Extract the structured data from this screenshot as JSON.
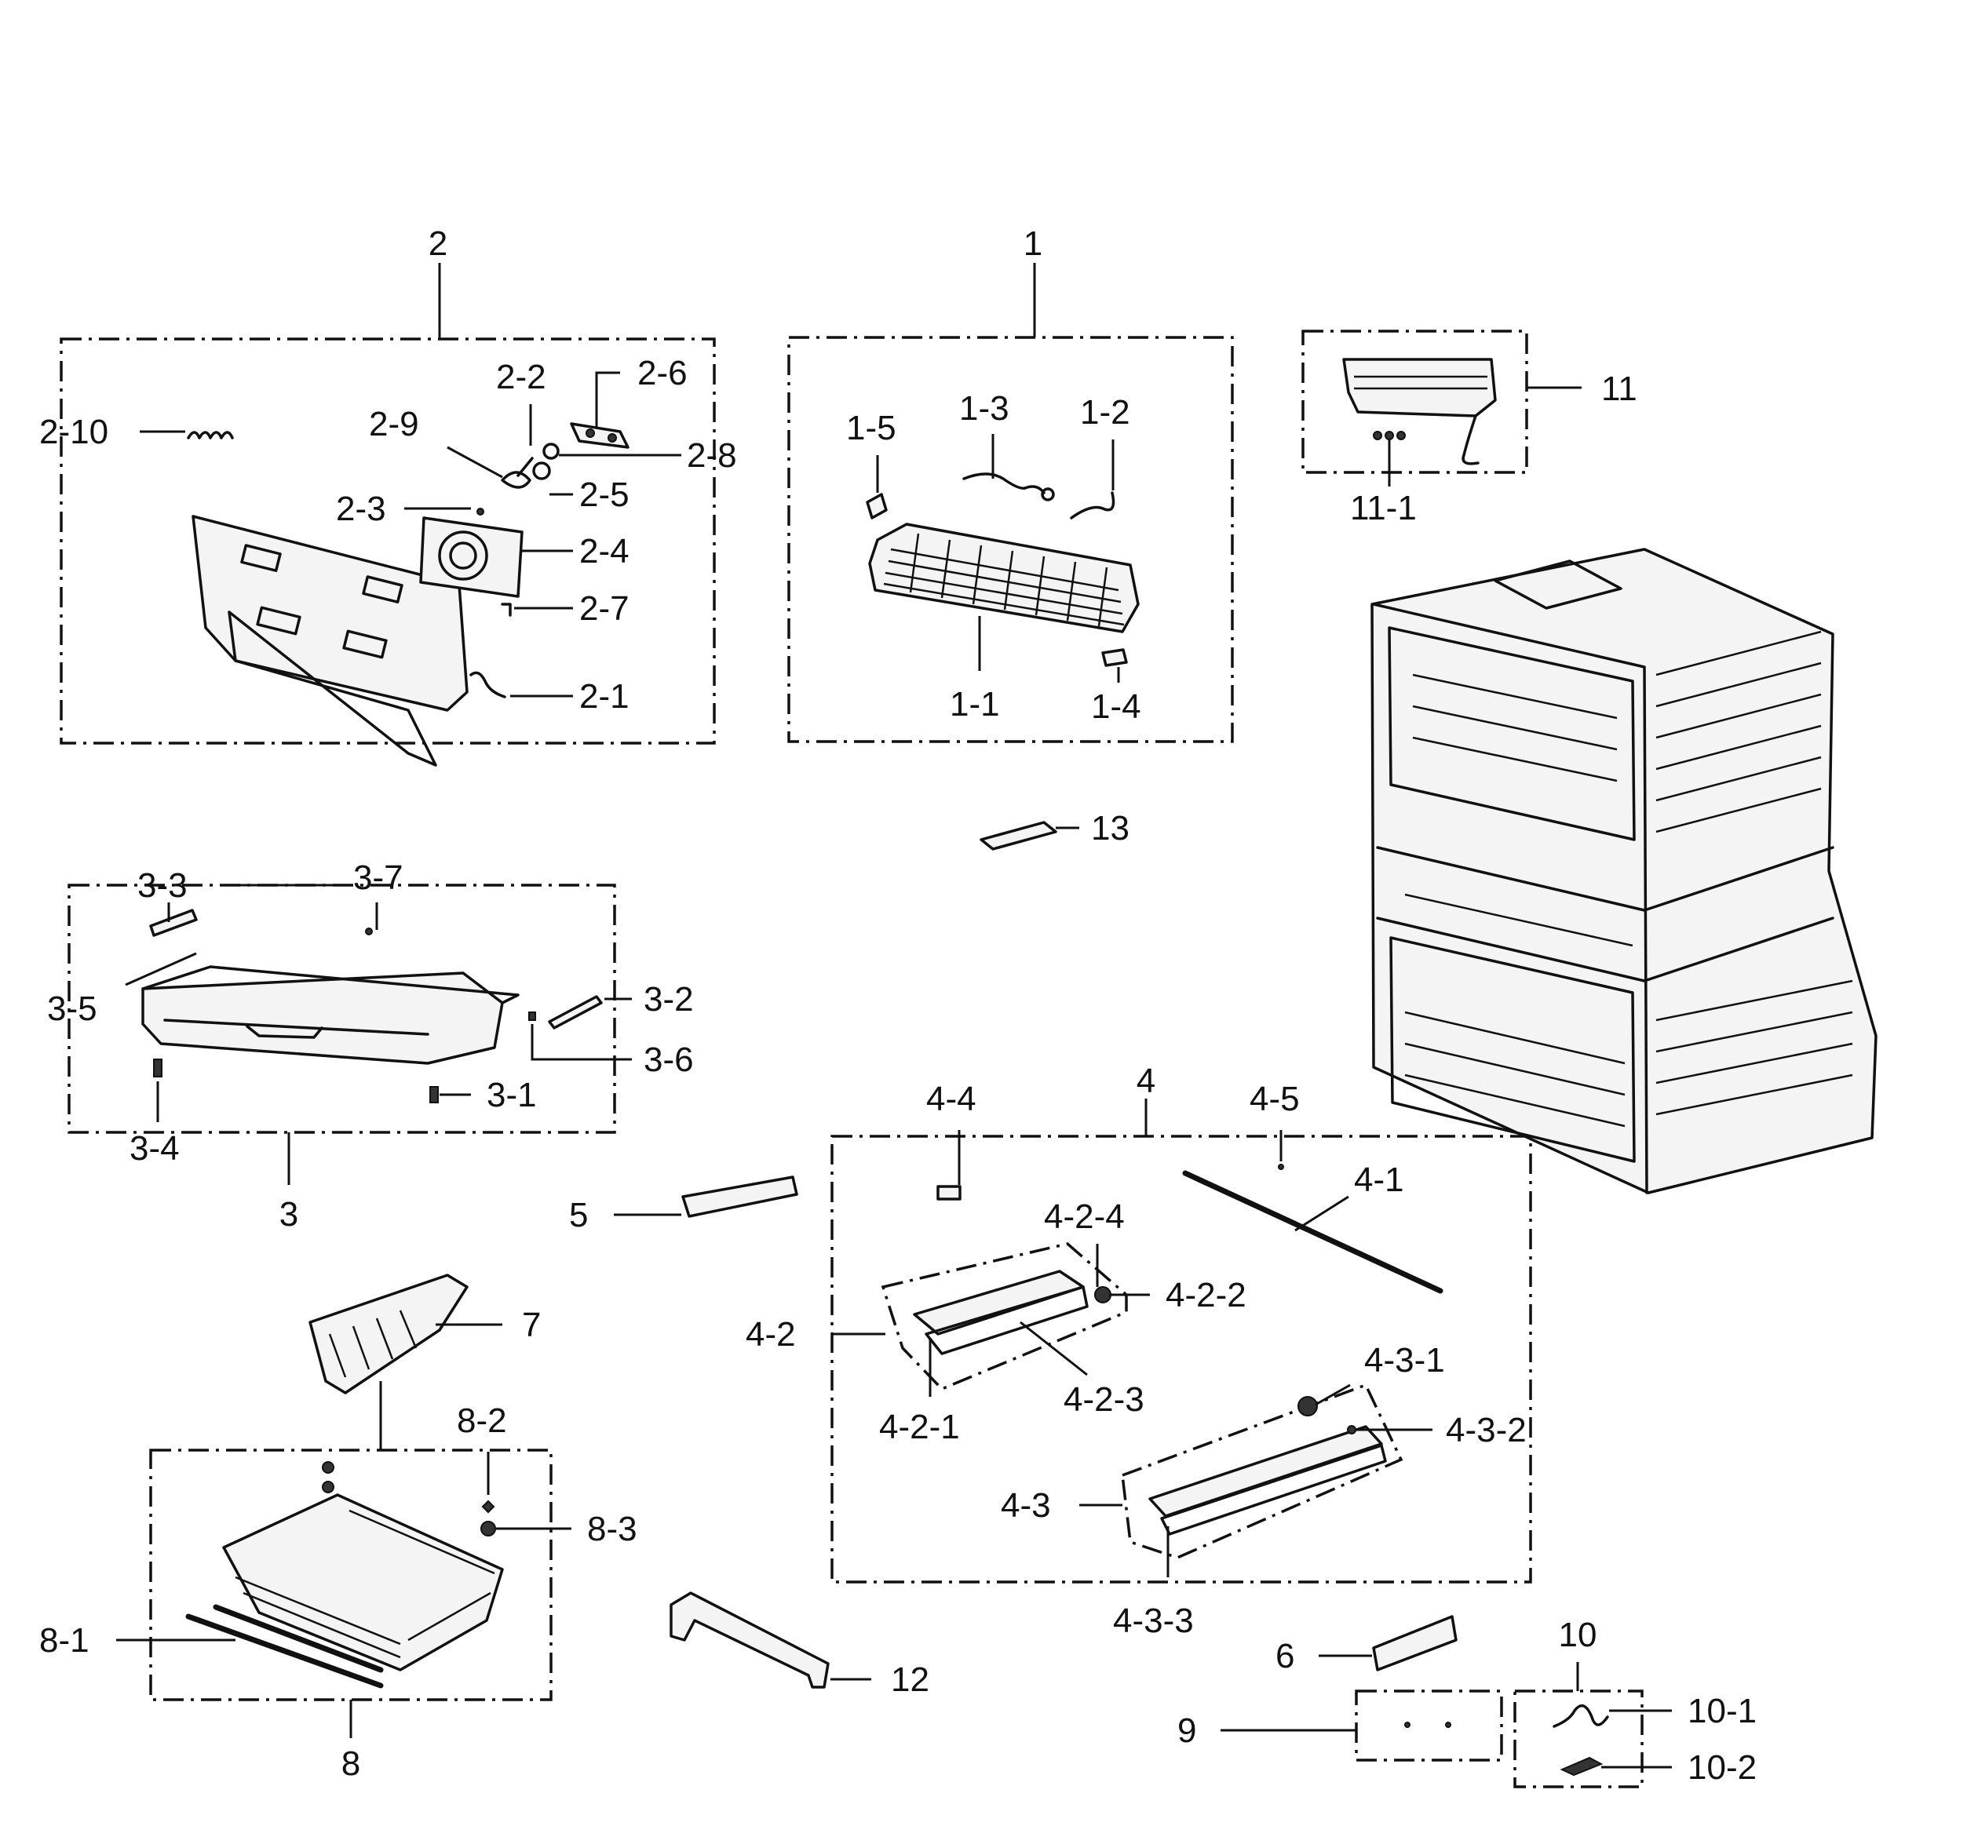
{
  "diagram": {
    "labels": {
      "g1": "1",
      "p1_1": "1-1",
      "p1_2": "1-2",
      "p1_3": "1-3",
      "p1_4": "1-4",
      "p1_5": "1-5",
      "g2": "2",
      "p2_1": "2-1",
      "p2_2": "2-2",
      "p2_3": "2-3",
      "p2_4": "2-4",
      "p2_5": "2-5",
      "p2_6": "2-6",
      "p2_7": "2-7",
      "p2_8": "2-8",
      "p2_9": "2-9",
      "p2_10": "2-10",
      "g3": "3",
      "p3_1": "3-1",
      "p3_2": "3-2",
      "p3_3": "3-3",
      "p3_4": "3-4",
      "p3_5": "3-5",
      "p3_6": "3-6",
      "p3_7": "3-7",
      "g4": "4",
      "p4_1": "4-1",
      "p4_2": "4-2",
      "p4_2_1": "4-2-1",
      "p4_2_2": "4-2-2",
      "p4_2_3": "4-2-3",
      "p4_2_4": "4-2-4",
      "p4_3": "4-3",
      "p4_3_1": "4-3-1",
      "p4_3_2": "4-3-2",
      "p4_3_3": "4-3-3",
      "p4_4": "4-4",
      "p4_5": "4-5",
      "p5": "5",
      "p6": "6",
      "p7": "7",
      "g8": "8",
      "p8_1": "8-1",
      "p8_2": "8-2",
      "p8_3": "8-3",
      "p9": "9",
      "g10": "10",
      "p10_1": "10-1",
      "p10_2": "10-2",
      "g11": "11",
      "p11_1": "11-1",
      "p12": "12",
      "p13": "13"
    }
  }
}
